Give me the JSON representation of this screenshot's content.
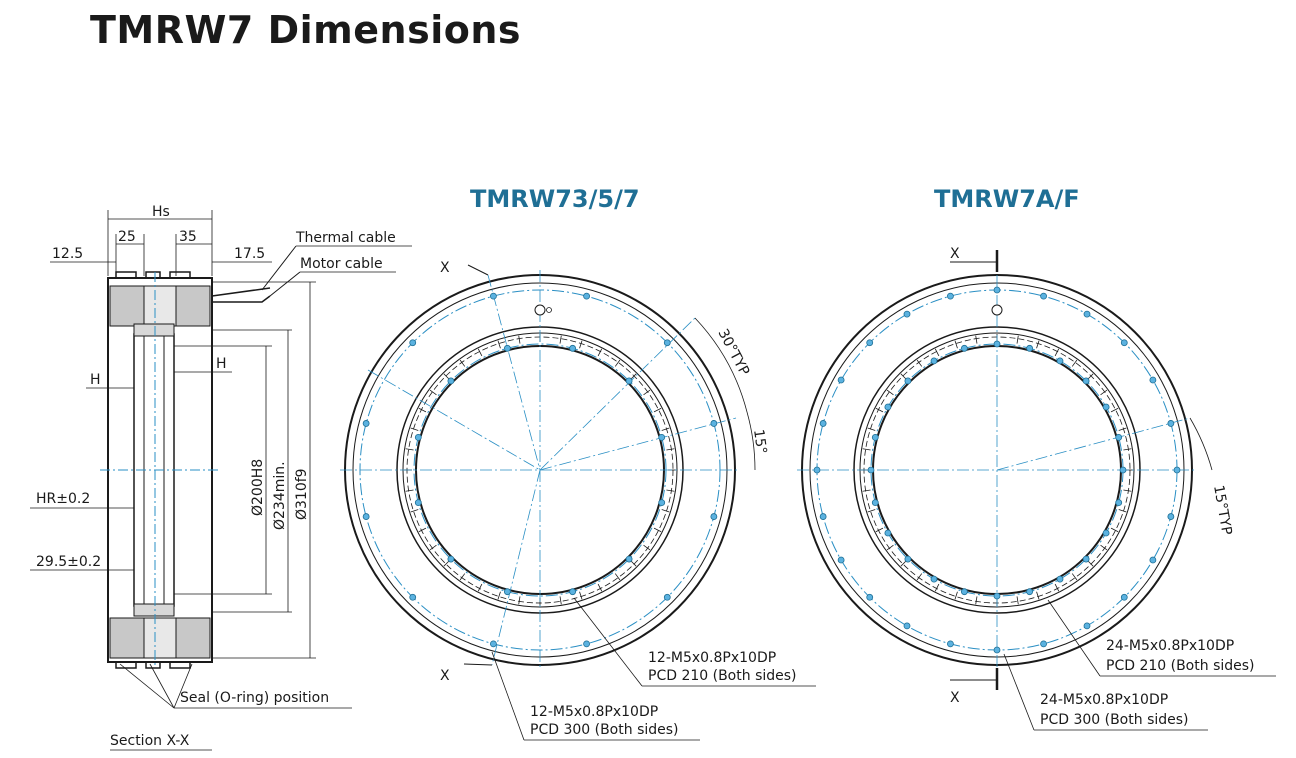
{
  "title": "TMRW7 Dimensions",
  "section_view": {
    "dims_top": {
      "hs": "Hs",
      "d25": "25",
      "d35": "35",
      "d12_5": "12.5",
      "d17_5": "17.5"
    },
    "callouts": {
      "thermal_cable": "Thermal cable",
      "motor_cable": "Motor cable",
      "seal": "Seal (O-ring) position"
    },
    "dims_side": {
      "h_left": "H",
      "h_right": "H",
      "hr": "HR±0.2",
      "d29_5": "29.5±0.2"
    },
    "diameters": {
      "d200": "Ø200H8",
      "d234": "Ø234min.",
      "d310": "Ø310f9"
    },
    "section_label": "Section X-X"
  },
  "view_a": {
    "title": "TMRW73/5/7",
    "section_mark": "X",
    "angle_30": "30°TYP",
    "angle_15": "15°",
    "hole_inner_spec": "12-M5x0.8Px10DP",
    "hole_inner_pcd": "PCD 210 (Both sides)",
    "hole_outer_spec": "12-M5x0.8Px10DP",
    "hole_outer_pcd": "PCD 300 (Both sides)",
    "hole_count_outer": 12,
    "hole_count_inner": 12
  },
  "view_b": {
    "title": "TMRW7A/F",
    "section_mark": "X",
    "angle_15": "15°TYP",
    "hole_inner_spec": "24-M5x0.8Px10DP",
    "hole_inner_pcd": "PCD 210 (Both sides)",
    "hole_outer_spec": "24-M5x0.8Px10DP",
    "hole_outer_pcd": "PCD 300 (Both sides)",
    "hole_count_outer": 24,
    "hole_count_inner": 24
  }
}
